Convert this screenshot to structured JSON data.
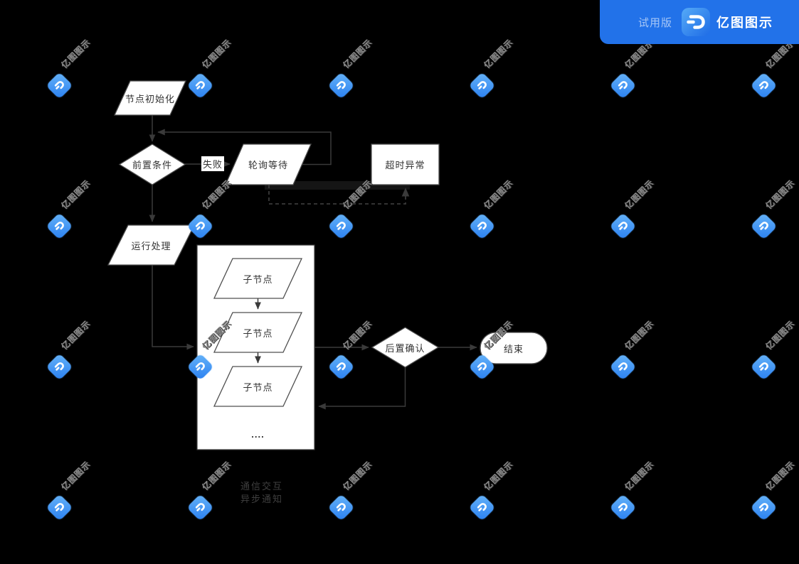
{
  "banner": {
    "trial_label": "试用版",
    "brand": "亿图图示"
  },
  "watermark": {
    "text": "亿图图示"
  },
  "diagram": {
    "nodes": {
      "start": "节点初始化",
      "precondition": "前置条件",
      "polling": "轮询等待",
      "timeout": "超时异常",
      "run": "运行处理",
      "child_1": "子节点",
      "child_2": "子节点",
      "child_3": "子节点",
      "ellipsis": "....",
      "postcheck": "后置确认",
      "end": "结束"
    },
    "edge_labels": {
      "fail": "失败"
    },
    "notes": {
      "line1": "通信交互",
      "line2": "异步通知"
    },
    "colors": {
      "background": "#000000",
      "shape_fill": "#ffffff",
      "shape_border": "#4f4f4f",
      "connector": "#3a3a3a",
      "shape_text": "#333333",
      "banner_bg": "#2272E9",
      "banner_trial_text": "#A6C6F6",
      "logo_gradient_start": "#5FB0F6",
      "logo_gradient_end": "#2B7FF0",
      "watermark_text": "#8a8a8a"
    }
  }
}
